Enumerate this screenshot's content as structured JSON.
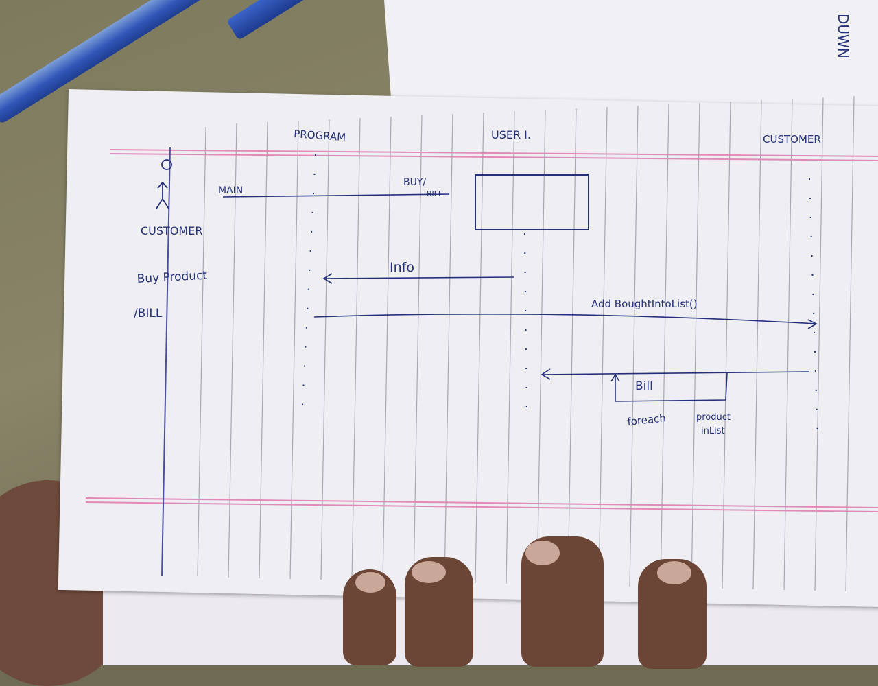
{
  "diagram": {
    "lifelines": {
      "program": "PROGRAM",
      "user": "USER I.",
      "customer": "CUSTOMER"
    },
    "actor": {
      "label": "CUSTOMER"
    },
    "use_case": {
      "line1": "Buy Product",
      "line2": "/BILL"
    },
    "messages": {
      "main": "MAIN",
      "buy_bill_top": "BUY/",
      "buy_bill_bottom": "BILL",
      "info": "Info",
      "add_bought": "Add BoughtIntoList()",
      "bill": "Bill",
      "foreach_1": "foreach",
      "foreach_2": "product",
      "foreach_3": "inList"
    },
    "corner_note": "DUWN"
  },
  "colors": {
    "ink": "#24307a",
    "margin_pink": "#e08ab8",
    "rule_gray": "#8a8a9a",
    "paper": "#efeef3"
  }
}
